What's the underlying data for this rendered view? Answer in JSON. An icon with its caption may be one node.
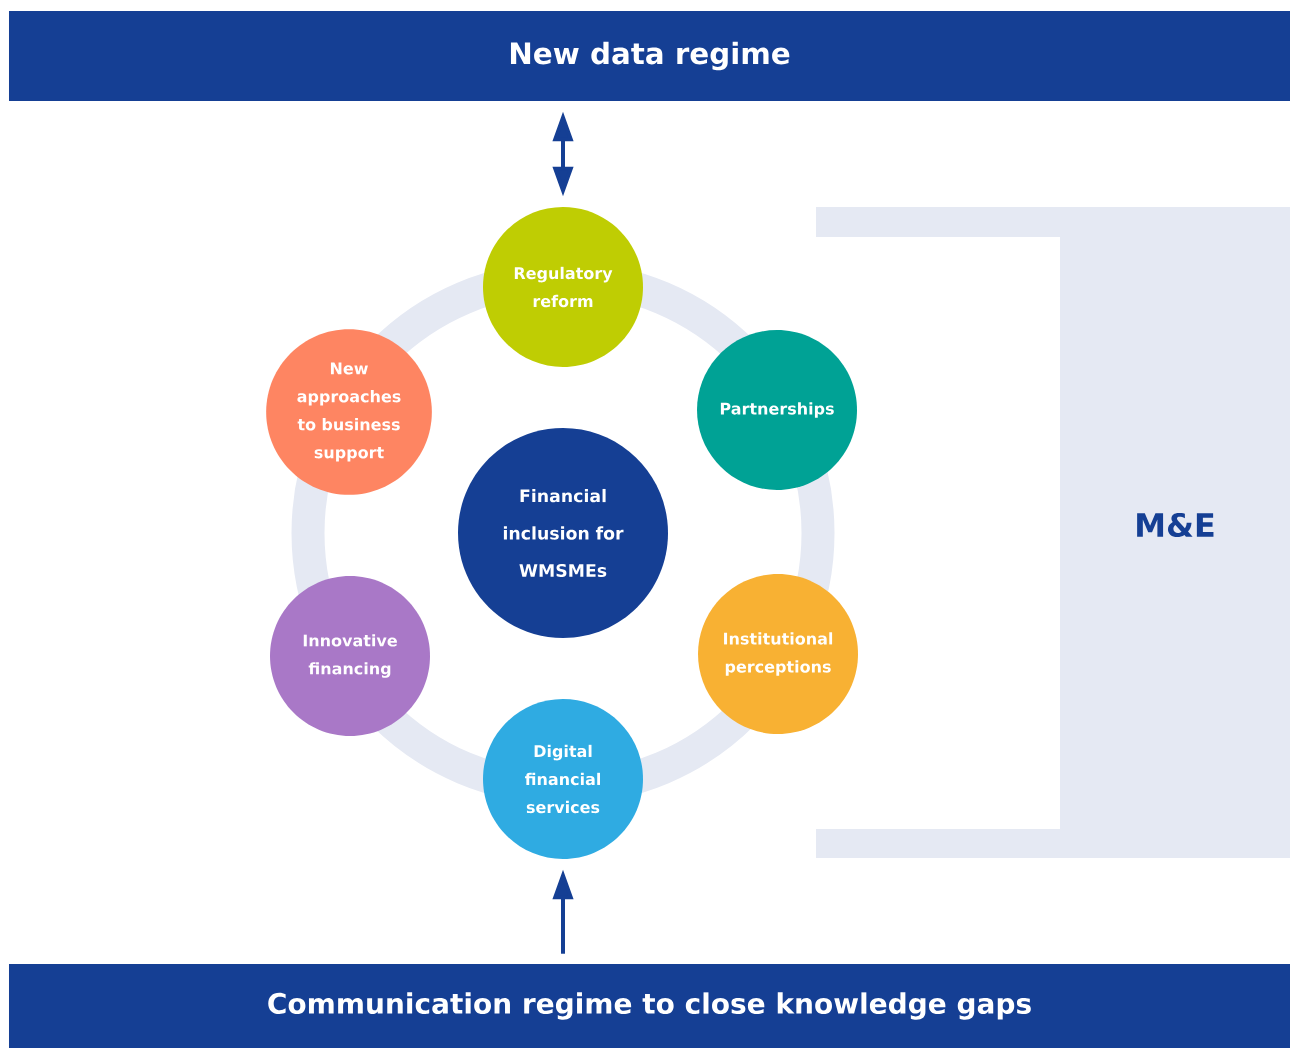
{
  "diagram": {
    "nodes": [
      {
        "text": [
          "New data regime"
        ]
      },
      {
        "text": [
          "Regulatory reform"
        ]
      },
      {
        "text": [
          "Partnerships"
        ]
      },
      {
        "text": [
          "Institutional perceptions"
        ]
      },
      {
        "text": [
          "Digital financial services"
        ]
      },
      {
        "text": [
          "Innovative financing"
        ]
      },
      {
        "text": [
          "New approaches to business support"
        ]
      },
      {
        "text": [
          "Financial inclusion for WMSMEs"
        ]
      },
      {
        "text": [
          "M&E"
        ]
      },
      {
        "text": [
          "Communication regime to close knowledge gaps"
        ]
      }
    ],
    "edges": [
      {
        "from": 0,
        "to": 1,
        "arrow": "both"
      },
      {
        "from": 9,
        "to": 4,
        "arrow": "to"
      }
    ]
  }
}
